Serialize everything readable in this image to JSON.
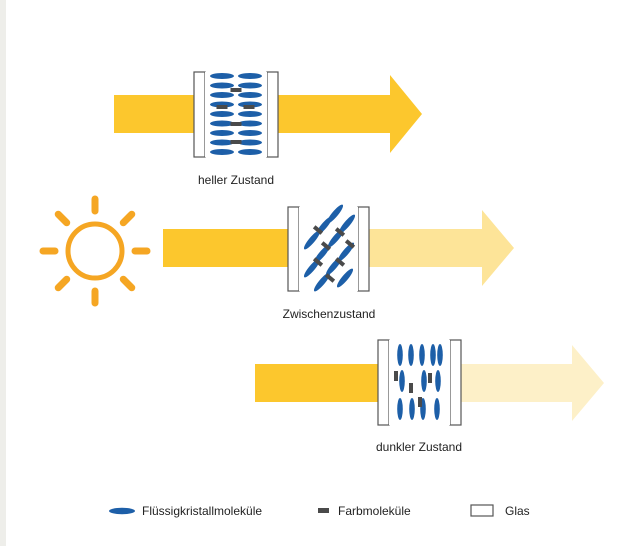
{
  "states": {
    "bright": {
      "label": "heller Zustand"
    },
    "intermediate": {
      "label": "Zwischenzustand"
    },
    "dark": {
      "label": "dunkler Zustand"
    }
  },
  "legend": {
    "liquid_crystal": "Flüssigkristallmoleküle",
    "dye": "Farbmoleküle",
    "glass": "Glas"
  },
  "colors": {
    "light_full": "#fcc72d",
    "light_medium": "#fde498",
    "light_faint": "#fdf0c8",
    "sun": "#f5a623",
    "liquid_crystal": "#1d5fa8",
    "dye": "#4a4a4a",
    "glass_stroke": "#555555"
  },
  "icons": {
    "sun": "sun-icon"
  }
}
